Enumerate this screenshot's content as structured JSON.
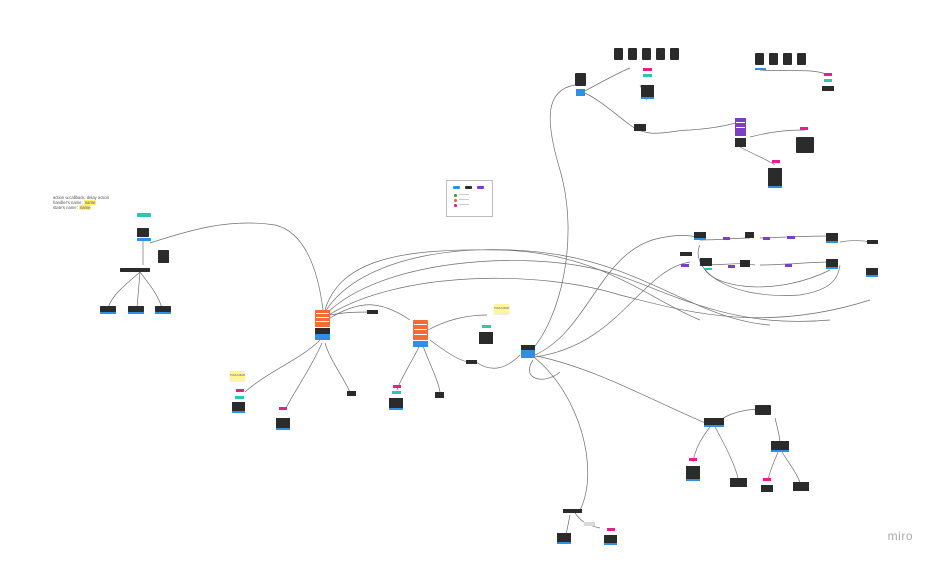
{
  "board": {
    "background": "#ffffff",
    "brand": "miro"
  },
  "legend": {
    "line1": "action w.callback, delay action",
    "line2_prefix": "handler's name: ",
    "line2_value": "name",
    "line3_prefix": "state's name: ",
    "line3_value": "name"
  },
  "stickies": {
    "left": "TOOLS BAR",
    "center": "TOOLS BAR"
  },
  "colors": {
    "connector": "#5f5f5f",
    "node_dark": "#2b2b2b",
    "node_blue": "#2f8fe5",
    "node_teal": "#2ec4b6",
    "node_pink": "#e91e8c",
    "node_purple": "#7b3fc4",
    "node_orange": "#f26b38",
    "node_yellow": "#fff59d",
    "node_gray": "#d9d9d9"
  },
  "key_items": [
    {
      "icon": "blue-pill"
    },
    {
      "icon": "black-pill"
    },
    {
      "icon": "purple-pill"
    },
    {
      "icon": "green-dot"
    },
    {
      "icon": "orange-dot"
    },
    {
      "icon": "pink-dot"
    }
  ]
}
